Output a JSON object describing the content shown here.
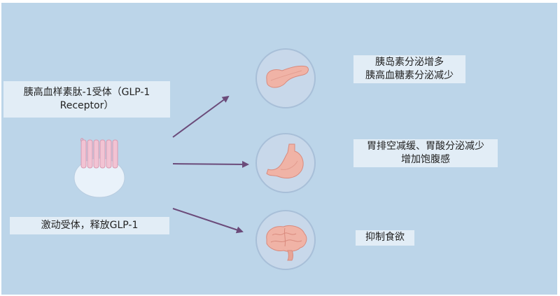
{
  "receptor_label": [
    "胰高血样素肽-1受体（GLP-1",
    "Receptor）"
  ],
  "agonist_label": "激动受体，释放GLP-1",
  "outcomes": [
    {
      "lines": [
        "胰岛素分泌增多",
        "胰高血糖素分泌减少"
      ]
    },
    {
      "lines": [
        "胃排空减缓、胃酸分泌减少",
        "增加饱腹感"
      ]
    },
    {
      "lines": [
        "抑制食欲"
      ]
    }
  ],
  "icons": [
    "pancreas-icon",
    "stomach-icon",
    "brain-icon",
    "receptor-icon"
  ],
  "colors": {
    "background": "#bcd5e9",
    "label_box": "#e2edf6",
    "arrow": "#6b4b7a",
    "organ_circle": "#c8d8ea",
    "organ_pink": "#f0b3a6",
    "receptor_helix": "#f2c3d3"
  }
}
